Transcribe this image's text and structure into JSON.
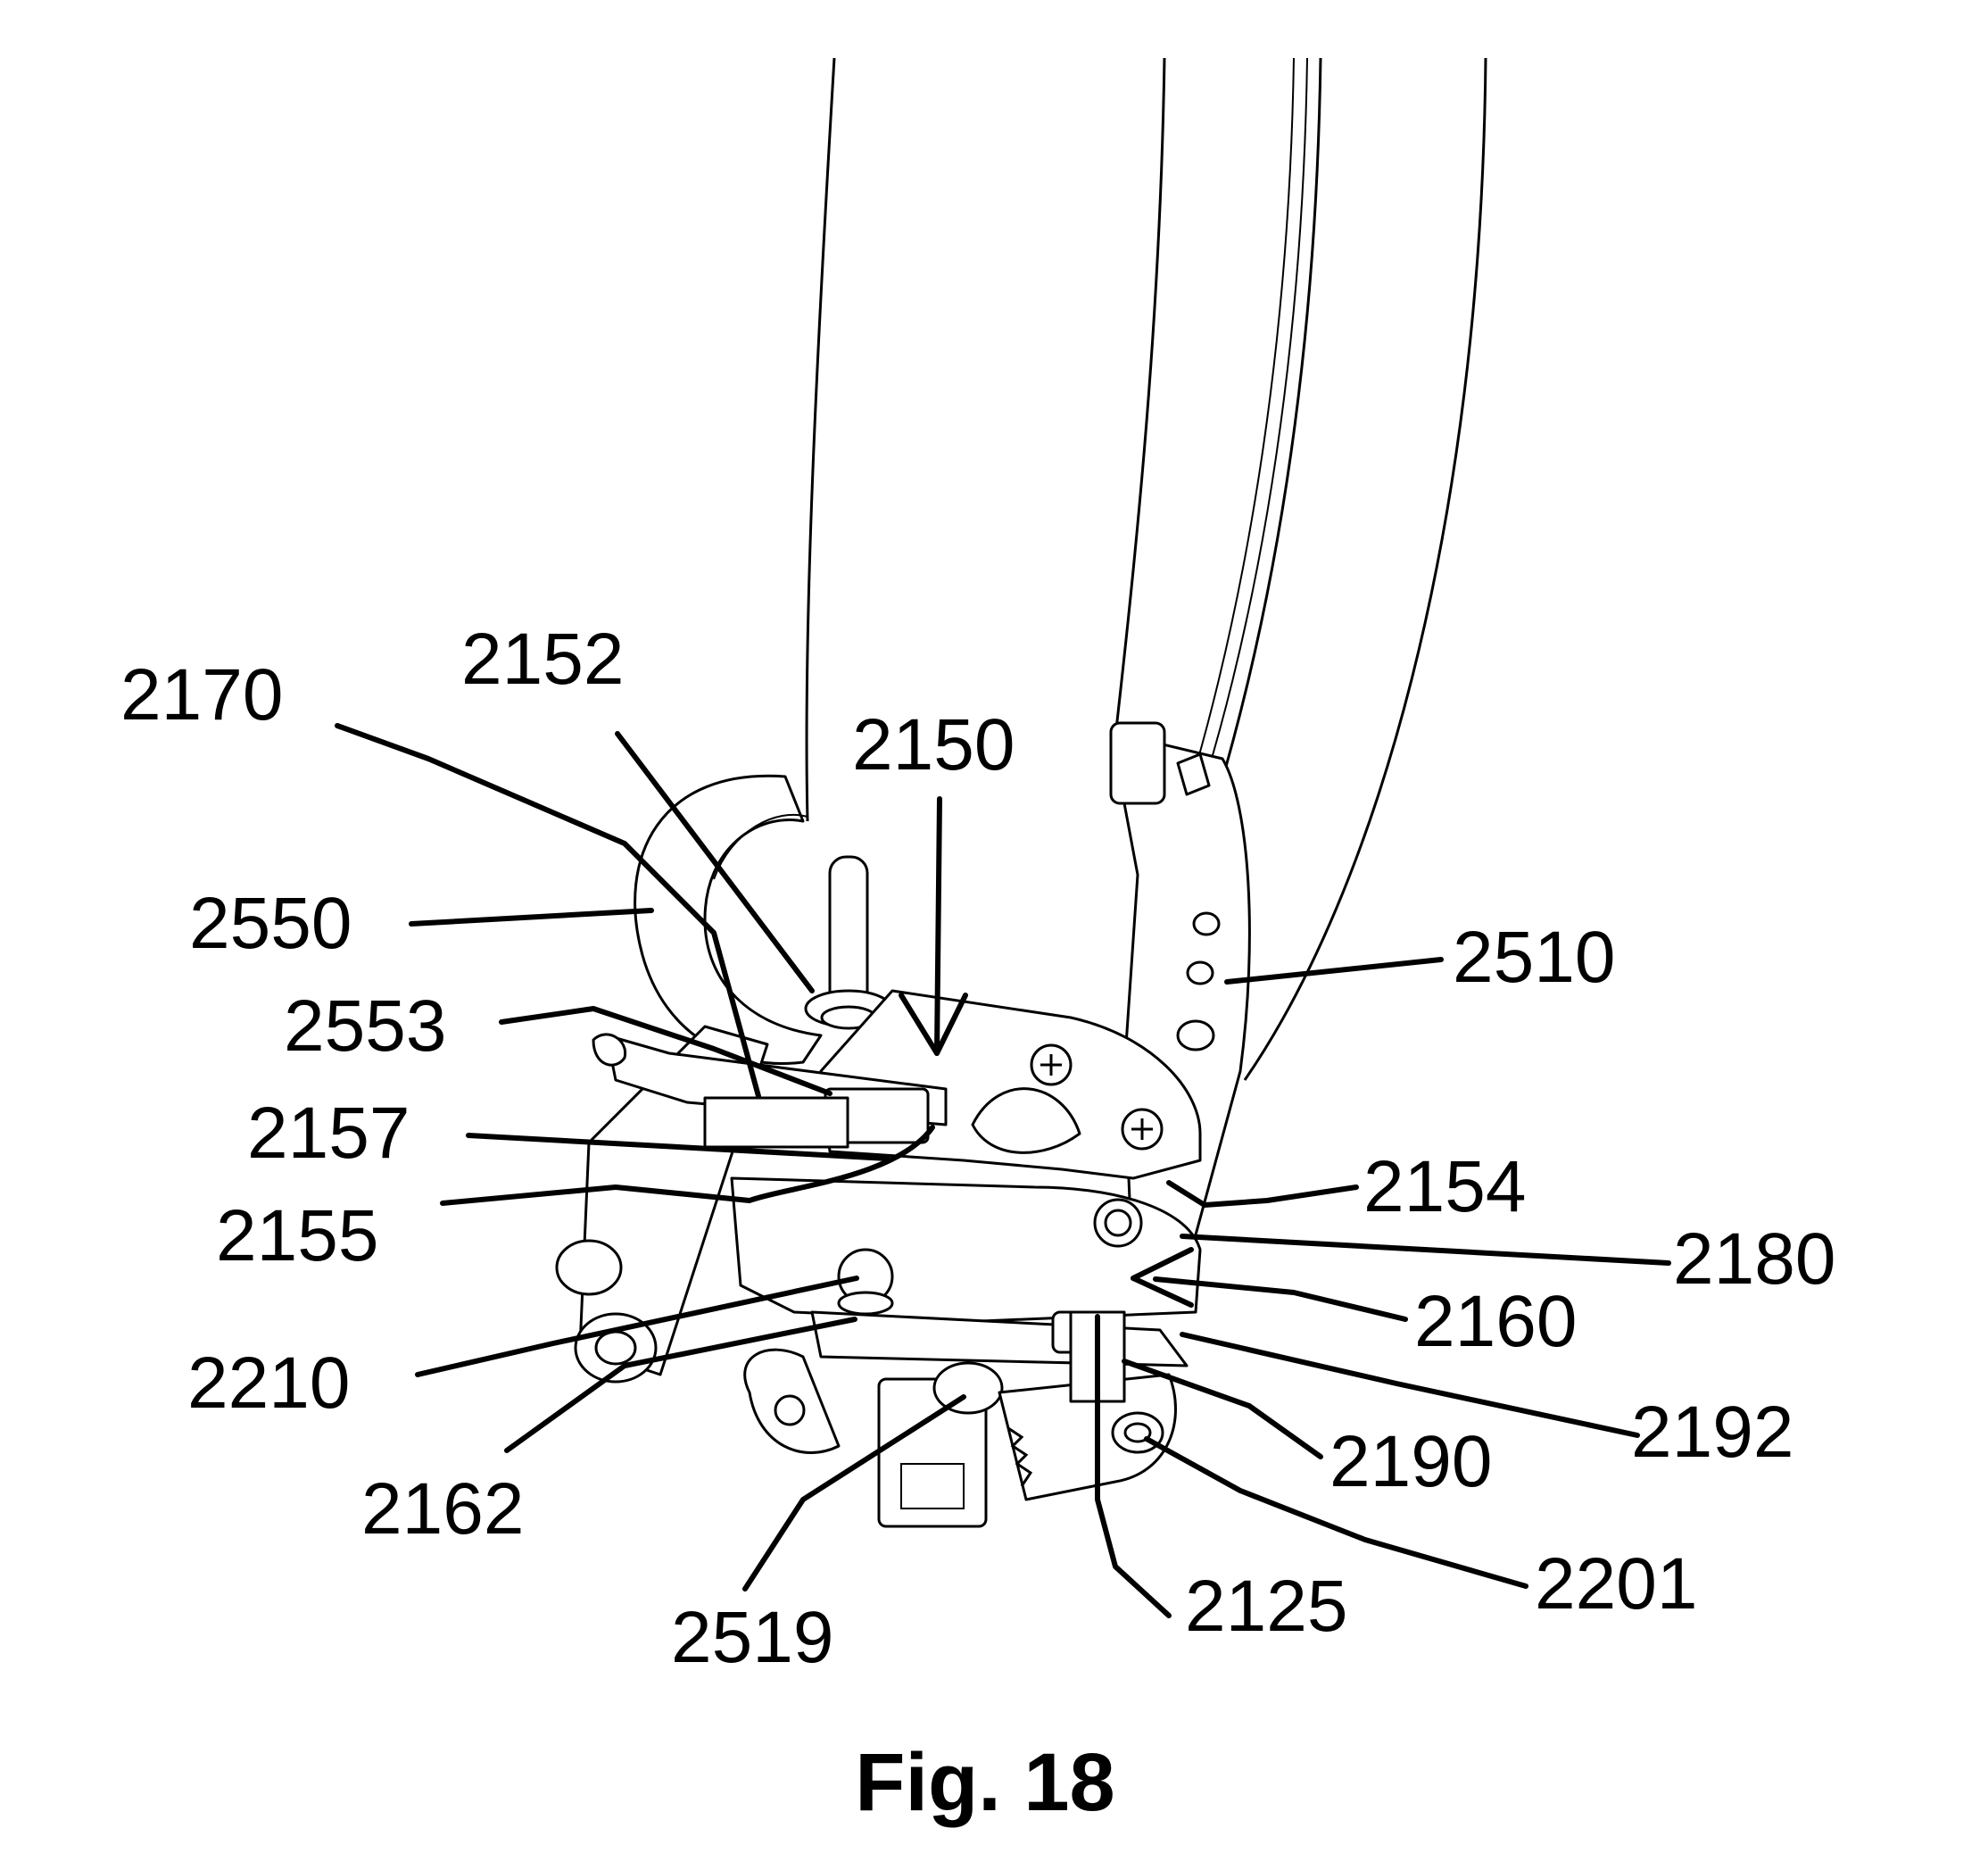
{
  "figure": {
    "caption": "Fig. 18",
    "labels": [
      {
        "id": "2170",
        "text": "2170"
      },
      {
        "id": "2152",
        "text": "2152"
      },
      {
        "id": "2150",
        "text": "2150"
      },
      {
        "id": "2550",
        "text": "2550"
      },
      {
        "id": "2553",
        "text": "2553"
      },
      {
        "id": "2157",
        "text": "2157"
      },
      {
        "id": "2155",
        "text": "2155"
      },
      {
        "id": "2510",
        "text": "2510"
      },
      {
        "id": "2154",
        "text": "2154"
      },
      {
        "id": "2180",
        "text": "2180"
      },
      {
        "id": "2160",
        "text": "2160"
      },
      {
        "id": "2210",
        "text": "2210"
      },
      {
        "id": "2162",
        "text": "2162"
      },
      {
        "id": "2192",
        "text": "2192"
      },
      {
        "id": "2190",
        "text": "2190"
      },
      {
        "id": "2519",
        "text": "2519"
      },
      {
        "id": "2125",
        "text": "2125"
      },
      {
        "id": "2201",
        "text": "2201"
      }
    ]
  }
}
